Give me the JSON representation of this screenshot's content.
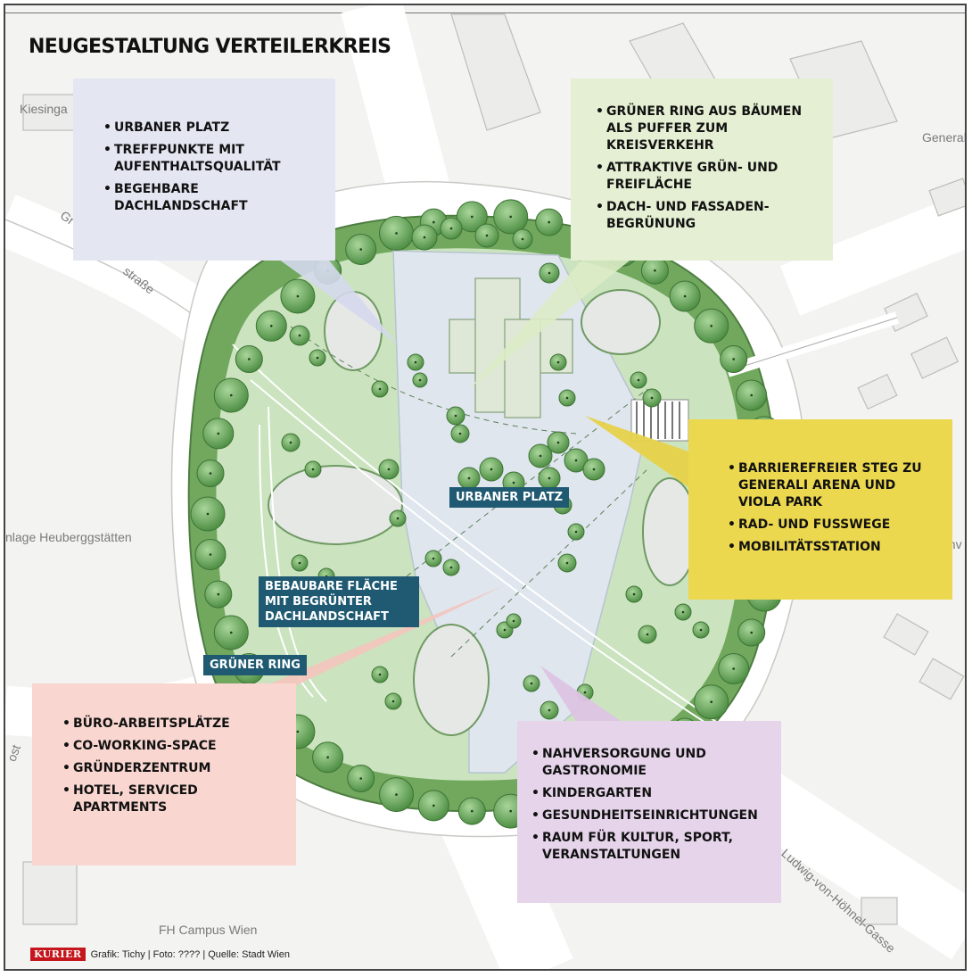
{
  "title": "NEUGESTALTUNG VERTEILERKREIS",
  "boxes": {
    "blue": [
      "URBANER PLATZ",
      "TREFFPUNKTE MIT AUFENTHALTSQUALITÄT",
      "BEGEHBARE DACHLANDSCHAFT"
    ],
    "green": [
      "GRÜNER RING AUS BÄUMEN ALS PUFFER ZUM KREISVERKEHR",
      "ATTRAKTIVE GRÜN- UND FREIFLÄCHE",
      "DACH- UND FASSADEN-BEGRÜNUNG"
    ],
    "yellow": [
      "BARRIEREFREIER STEG ZU GENERALI ARENA UND VIOLA PARK",
      "RAD- UND FUSSWEGE",
      "MOBILITÄTSSTATION"
    ],
    "pink": [
      "BÜRO-ARBEITSPLÄTZE",
      "CO-WORKING-SPACE",
      "GRÜNDERZENTRUM",
      "HOTEL, SERVICED APARTMENTS"
    ],
    "purple": [
      "NAHVERSORGUNG UND GASTRONOMIE",
      "KINDERGARTEN",
      "GESUNDHEITSEINRICHTUNGEN",
      "RAUM FÜR KULTUR, SPORT, VERANSTALTUNGEN"
    ]
  },
  "tags": {
    "urban": "URBANER PLATZ",
    "bebau": "BEBAUBARE FLÄCHE MIT BEGRÜNTER DACHLANDSCHAFT",
    "ring": "GRÜNER RING"
  },
  "streets": {
    "kiesinga": "Kiesinga",
    "general": "General",
    "strasse": "straße",
    "anlage": "nlage Heuberggstätten",
    "campus": "FH Campus Wien",
    "ludwig": "Ludwig-von-Höhnel-Gasse",
    "gr": "Gr",
    "venv": "env",
    "ost": "ost"
  },
  "credit": {
    "logo": "KURIER",
    "text": "Grafik: Tichy | Foto: ???? | Quelle: Stadt Wien"
  },
  "colors": {
    "ring": "#71a85e",
    "trees": "#4f8f45",
    "plaza": "#dfe6ee",
    "lawn": "#cbe4bf",
    "tag": "#1f5a72",
    "blue_box": "#e4e6f2",
    "green_box": "#e4efd3",
    "yellow_box": "#ecd84f",
    "pink_box": "#f9d6d0",
    "purple_box": "#e5d4ea"
  }
}
